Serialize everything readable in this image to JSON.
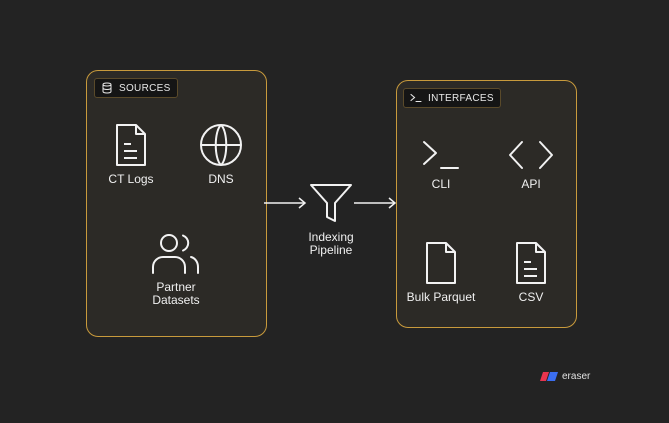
{
  "sources": {
    "header": "SOURCES",
    "items": [
      {
        "label": "CT Logs",
        "icon": "document-icon"
      },
      {
        "label": "DNS",
        "icon": "globe-icon"
      },
      {
        "label": "Partner\nDatasets",
        "icon": "users-icon"
      }
    ]
  },
  "pipeline": {
    "label": "Indexing\nPipeline",
    "icon": "funnel-icon"
  },
  "interfaces": {
    "header": "INTERFACES",
    "items": [
      {
        "label": "CLI",
        "icon": "terminal-icon"
      },
      {
        "label": "API",
        "icon": "code-icon"
      },
      {
        "label": "Bulk Parquet",
        "icon": "file-icon"
      },
      {
        "label": "CSV",
        "icon": "document-icon"
      }
    ]
  },
  "brand": {
    "name": "eraser"
  },
  "colors": {
    "background": "#232323",
    "group_border": "#c89a3c",
    "group_fill": "#2c2a26",
    "stroke": "#f2f2f2"
  }
}
